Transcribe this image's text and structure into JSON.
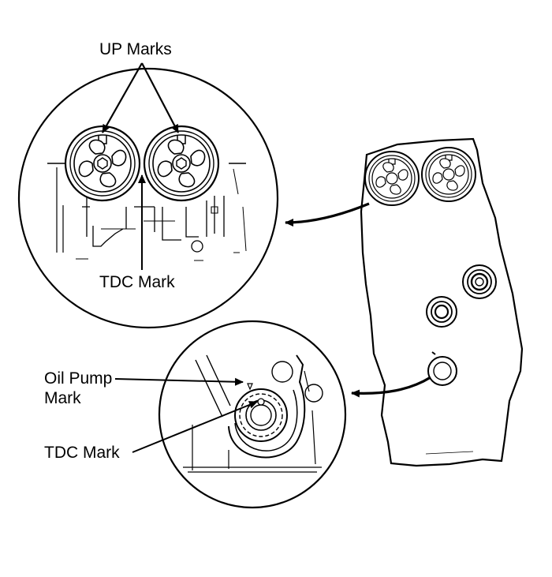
{
  "labels": {
    "up_marks": "UP Marks",
    "tdc_mark_top": "TDC Mark",
    "oil_pump_line1": "Oil Pump",
    "oil_pump_line2": "Mark",
    "tdc_mark_bottom": "TDC Mark"
  },
  "colors": {
    "ink": "#000000",
    "paper": "#ffffff"
  }
}
